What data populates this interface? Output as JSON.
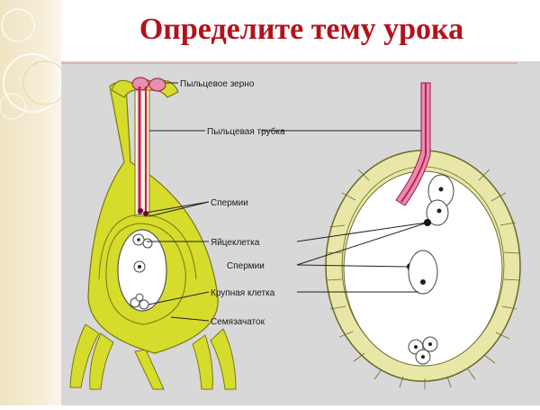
{
  "slide": {
    "title": "Определите тему урока"
  },
  "diagram": {
    "labels": {
      "pollen_grain": "Пыльцевое зерно",
      "pollen_tube": "Пыльцевая трубка",
      "sperm_top": "Спермии",
      "egg_cell": "Яйцеклетка",
      "sperm_mid": "Спермии",
      "large_cell": "Крупная клетка",
      "ovule": "Семязачаток"
    },
    "colors": {
      "ovary_fill": "#d6dc2c",
      "tissue_cell": "#e8e7a8",
      "pollen_tube": "#c8195a",
      "title_red": "#b3121b",
      "background_gray": "#d8d8d8"
    }
  }
}
